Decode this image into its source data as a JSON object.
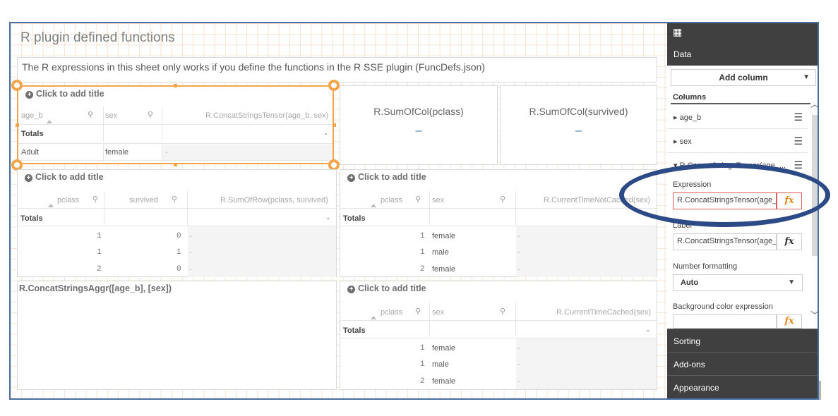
{
  "sheet": {
    "title": "R plugin defined functions",
    "description": "The R expressions in this sheet only works if you define the functions in the R SSE plugin (FuncDefs.json)"
  },
  "table1": {
    "title": "Click to add title",
    "headers": [
      "age_b",
      "sex",
      "R.ConcatStringsTensor(age_b, sex)"
    ],
    "totals_label": "Totals",
    "totals_value": "-",
    "rows": [
      [
        "Adult",
        "female",
        "-"
      ]
    ]
  },
  "kpi1": {
    "title": "R.SumOfCol(pclass)",
    "value": "–"
  },
  "kpi2": {
    "title": "R.SumOfCol(survived)",
    "value": "–"
  },
  "table2": {
    "title": "Click to add title",
    "headers": [
      "pclass",
      "survived",
      "R.SumOfRow(pclass, survived)"
    ],
    "totals_label": "Totals",
    "totals_value": "-",
    "rows": [
      [
        "1",
        "0",
        "-"
      ],
      [
        "1",
        "1",
        "-"
      ],
      [
        "2",
        "0",
        "-"
      ]
    ]
  },
  "table3": {
    "title": "Click to add title",
    "headers": [
      "pclass",
      "sex",
      "R.CurrentTimeNotCached(sex)"
    ],
    "totals_label": "Totals",
    "rows": [
      [
        "1",
        "female",
        "-"
      ],
      [
        "1",
        "male",
        "-"
      ],
      [
        "2",
        "female",
        "-"
      ]
    ]
  },
  "chart4": {
    "title": "R.ConcatStringsAggr([age_b], [sex])"
  },
  "table5": {
    "title": "Click to add title",
    "headers": [
      "pclass",
      "sex",
      "R.CurrentTimeCached(sex)"
    ],
    "totals_label": "Totals",
    "totals_value": "-",
    "rows": [
      [
        "1",
        "female",
        "-"
      ],
      [
        "1",
        "male",
        "-"
      ],
      [
        "2",
        "female",
        "-"
      ]
    ]
  },
  "properties": {
    "data_tab": "Data",
    "add_column": "Add column",
    "columns_label": "Columns",
    "columns": [
      "age_b",
      "sex",
      "R.ConcatStringsTensor(age_..."
    ],
    "expression_label": "Expression",
    "expression_value": "R.ConcatStringsTensor(age_b, sex)",
    "label_label": "Label",
    "label_value": "R.ConcatStringsTensor(age_b, sex)",
    "number_formatting_label": "Number formatting",
    "number_formatting_value": "Auto",
    "bg_color_label": "Background color expression",
    "bg_color_value": "",
    "fx_symbol": "fx",
    "tabs": [
      "Sorting",
      "Add-ons",
      "Appearance"
    ]
  },
  "colors": {
    "accent": "#f2a54a",
    "annotation": "#2c4a86",
    "panel_dark": "#404040"
  }
}
